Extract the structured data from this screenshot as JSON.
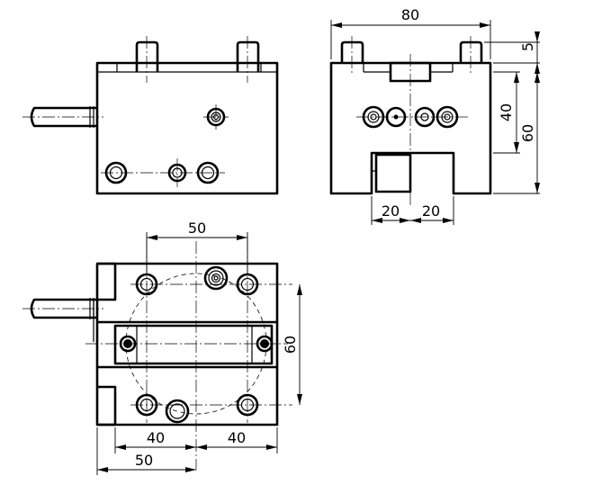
{
  "dimensions": {
    "side_width": "80",
    "side_top_offset": "5",
    "side_height_inner": "40",
    "side_height_outer": "60",
    "side_slot_left": "20",
    "side_slot_right": "20",
    "top_hole_spacing": "50",
    "top_height": "60",
    "bottom_left": "40",
    "bottom_right": "40",
    "bottom_overall": "50"
  }
}
